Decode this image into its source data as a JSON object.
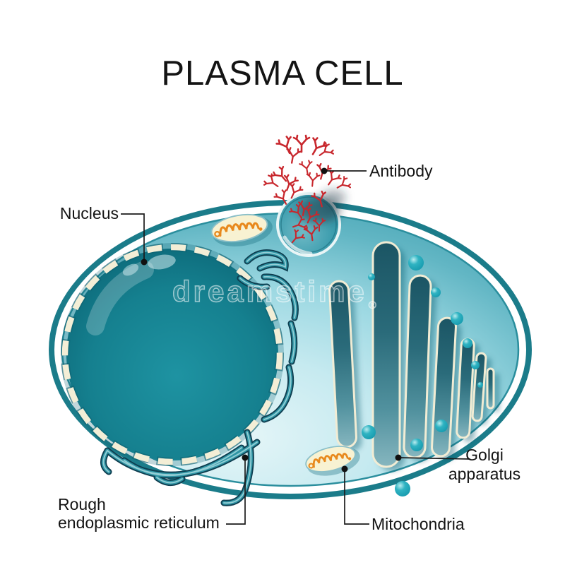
{
  "title": "PLASMA CELL",
  "watermark": {
    "text": "dreamstime",
    "symbol": "®"
  },
  "labels": {
    "nucleus": "Nucleus",
    "antibody": "Antibody",
    "rer_line1": "Rough",
    "rer_line2": "endoplasmic reticulum",
    "mitochondria": "Mitochondria",
    "golgi_line1": "Golgi",
    "golgi_line2": "apparatus"
  },
  "colors": {
    "membrane": "#1b7c8a",
    "cytoplasm_light": "#e6f6f8",
    "cytoplasm_deep": "#3d9dae",
    "nucleus_fill": "#15808f",
    "envelope_dash": "#f3eed6",
    "golgi_outline": "#f1ecd4",
    "golgi_fill": "#1b5564",
    "vesicle_sphere": "#2fb3c2",
    "mitochondria_body": "#f8f2d2",
    "mitochondria_cristae": "#e8891d",
    "antibody": "#c8272d",
    "label_text": "#141414"
  }
}
